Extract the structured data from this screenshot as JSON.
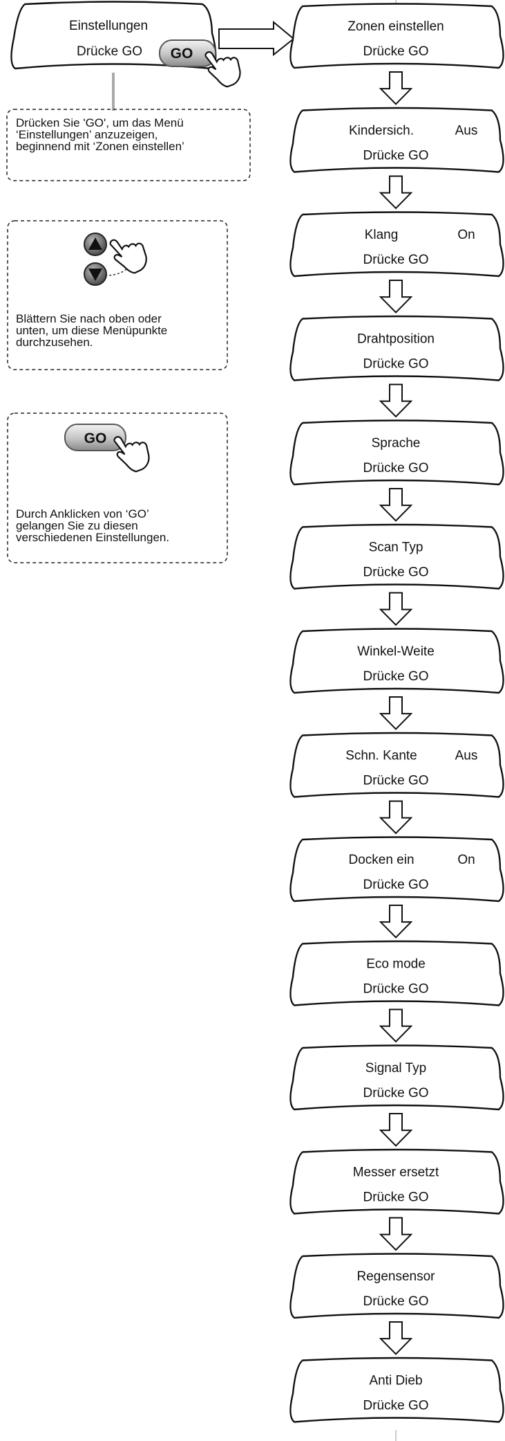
{
  "start_box": {
    "title": "Einstellungen",
    "prompt": "Drücke GO",
    "go_button": "GO"
  },
  "notes": [
    {
      "lines": [
        "Drücken Sie 'GO', um das Menü",
        "‘Einstellungen’ anzuzeigen,",
        "beginnend mit ‘Zonen einstellen’"
      ]
    },
    {
      "lines": [
        "Blättern Sie nach oben oder",
        "unten, um diese Menüpunkte",
        "durchzusehen."
      ]
    },
    {
      "go_button": "GO",
      "lines": [
        "Durch Anklicken von ‘GO’",
        "gelangen Sie zu diesen",
        "verschiedenen Einstellungen."
      ]
    }
  ],
  "menu_items": [
    {
      "label": "Zonen einstellen",
      "value": "",
      "prompt": "Drücke GO"
    },
    {
      "label": "Kindersich.",
      "value": "Aus",
      "prompt": "Drücke GO"
    },
    {
      "label": "Klang",
      "value": "On",
      "prompt": "Drücke GO"
    },
    {
      "label": "Drahtposition",
      "value": "",
      "prompt": "Drücke GO"
    },
    {
      "label": "Sprache",
      "value": "",
      "prompt": "Drücke GO"
    },
    {
      "label": "Scan Typ",
      "value": "",
      "prompt": "Drücke GO"
    },
    {
      "label": "Winkel-Weite",
      "value": "",
      "prompt": "Drücke GO"
    },
    {
      "label": "Schn. Kante",
      "value": "Aus",
      "prompt": "Drücke GO"
    },
    {
      "label": "Docken ein",
      "value": "On",
      "prompt": "Drücke GO"
    },
    {
      "label": "Eco mode",
      "value": "",
      "prompt": "Drücke GO"
    },
    {
      "label": "Signal Typ",
      "value": "",
      "prompt": "Drücke GO"
    },
    {
      "label": "Messer ersetzt",
      "value": "",
      "prompt": "Drücke GO"
    },
    {
      "label": "Regensensor",
      "value": "",
      "prompt": "Drücke GO"
    },
    {
      "label": "Anti Dieb",
      "value": "",
      "prompt": "Drücke GO"
    }
  ]
}
